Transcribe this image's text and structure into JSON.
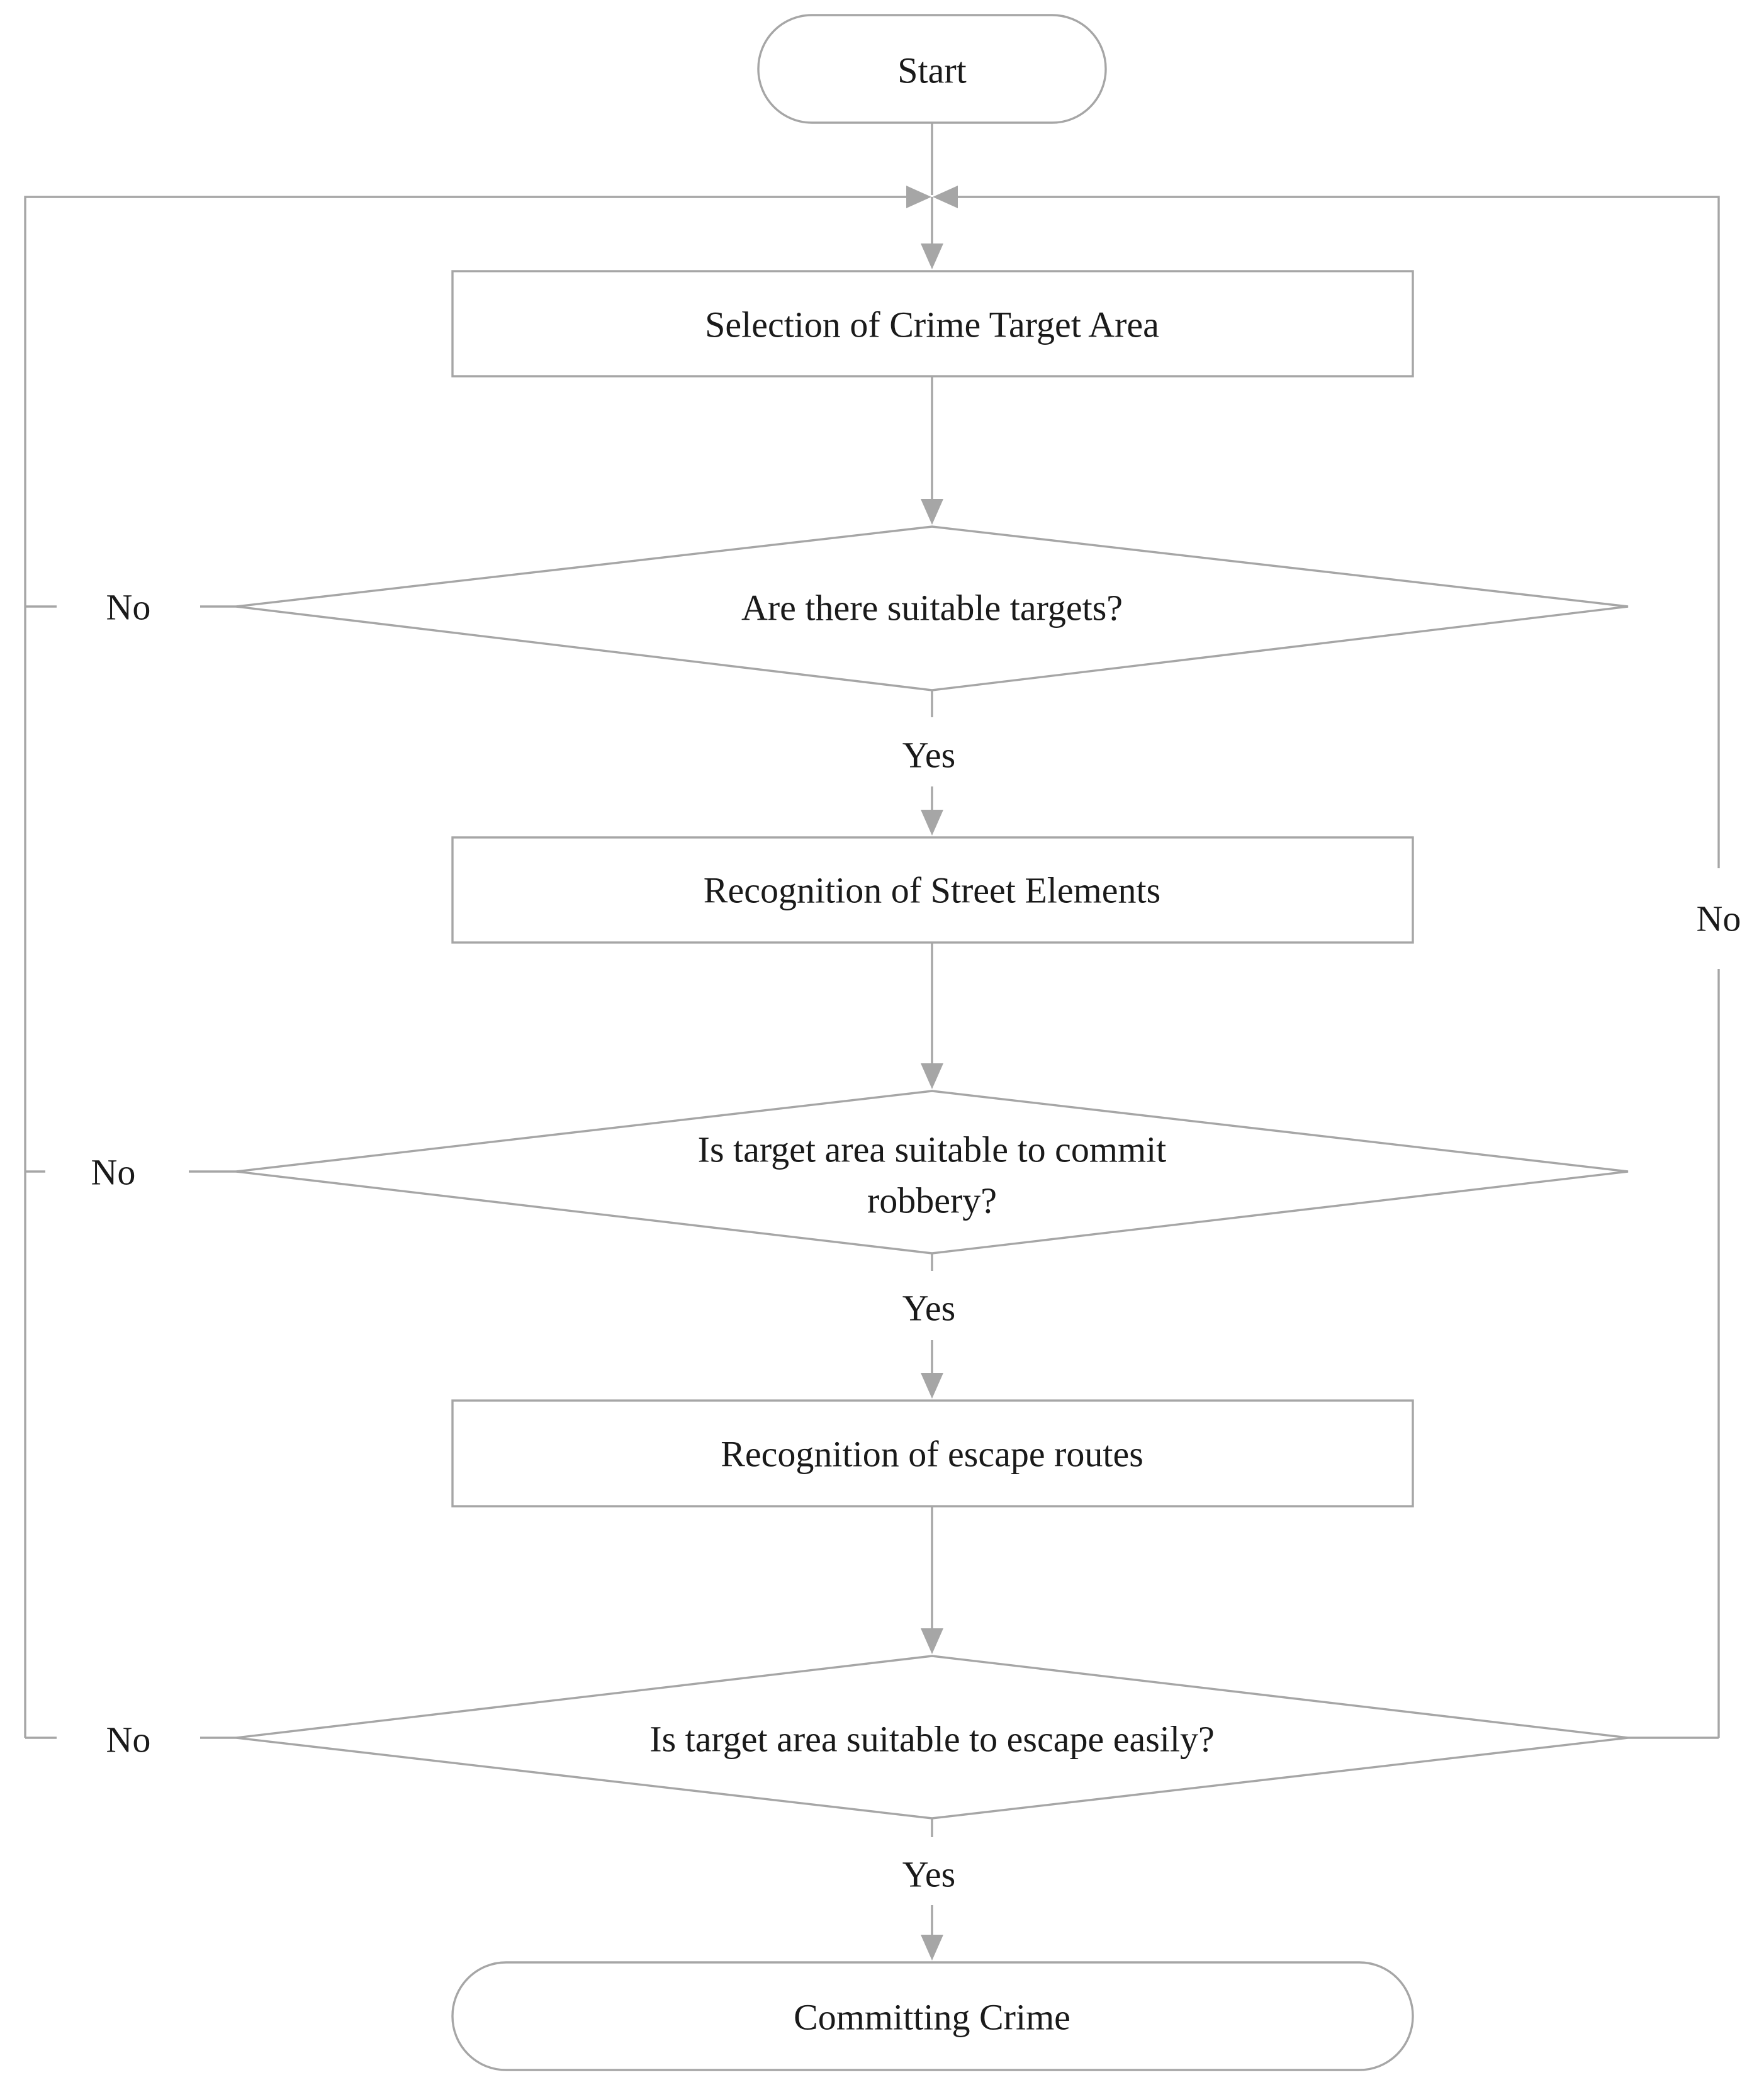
{
  "nodes": {
    "start": "Start",
    "select_area": "Selection of Crime  Target Area",
    "q_targets": "Are there  suitable targets?",
    "recog_street": "Recognition of Street Elements",
    "q_robbery_line1": "Is target area  suitable to commit",
    "q_robbery_line2": "robbery?",
    "recog_escape": "Recognition of  escape routes",
    "q_escape": "Is target area  suitable to escape easily?",
    "end": "Committing  Crime"
  },
  "edge_labels": {
    "yes_1": "Yes",
    "yes_2": "Yes",
    "yes_3": "Yes",
    "no_1": "No",
    "no_2": "No",
    "no_3": "No",
    "no_right": "No"
  },
  "colors": {
    "line": "#a6a6a6",
    "text": "#1a1a1a",
    "background": "#ffffff"
  }
}
